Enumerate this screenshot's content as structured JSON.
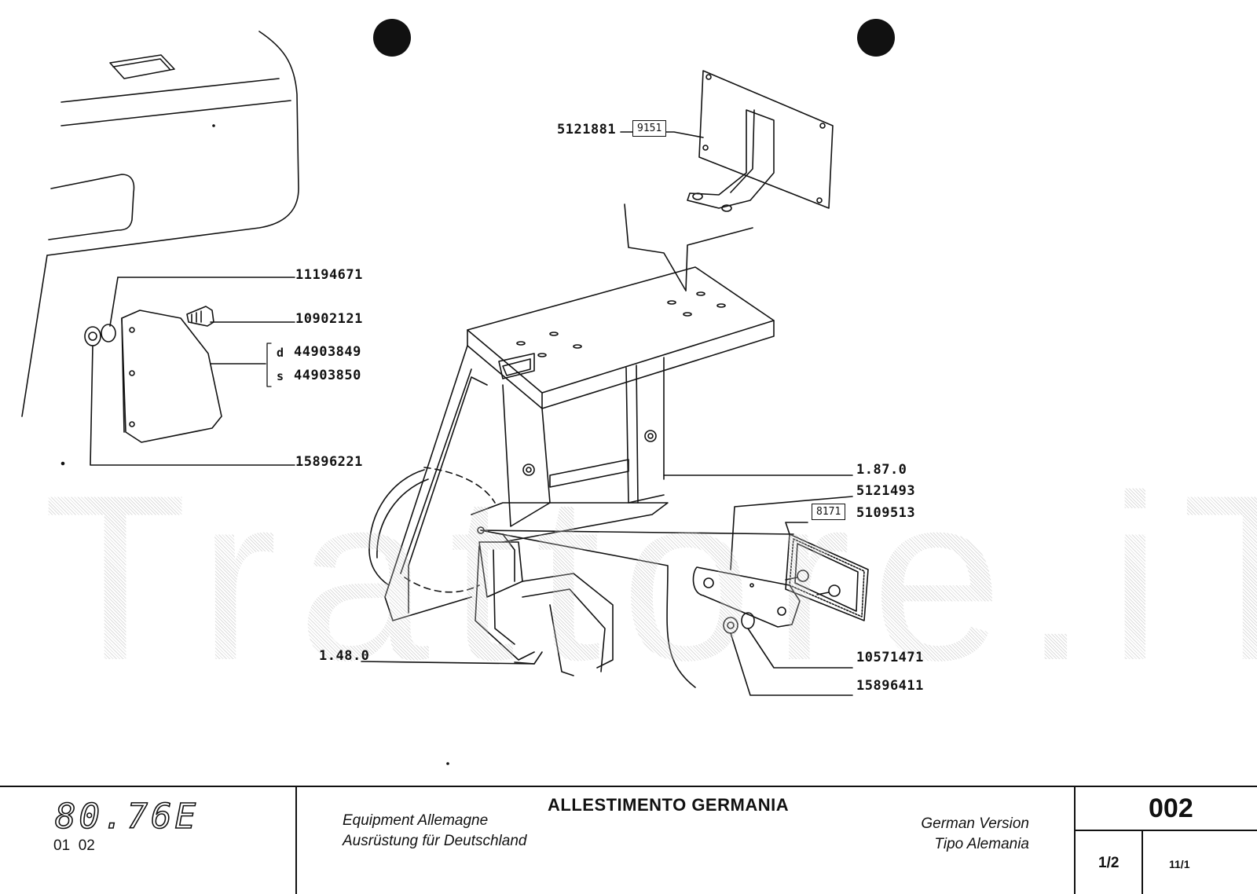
{
  "watermark": "Trattore.iT",
  "labels": {
    "p5121881": "5121881",
    "ref9151": "9151",
    "p11194671": "11194671",
    "p10902121": "10902121",
    "side_d": "d",
    "p44903849": "44903849",
    "side_s": "s",
    "p44903850": "44903850",
    "p15896221": "15896221",
    "ref1870": "1.87.0",
    "p5121493": "5121493",
    "ref8171": "8171",
    "p5109513": "5109513",
    "ref1480": "1.48.0",
    "p10571471": "10571471",
    "p15896411": "15896411"
  },
  "titleblock": {
    "model": "80.76E",
    "model_sub": "01  02",
    "title_it": "ALLESTIMENTO GERMANIA",
    "title_fr": "Equipment Allemagne",
    "title_de": "Ausrüstung für Deutschland",
    "title_en": "German Version",
    "title_es": "Tipo Alemania",
    "page_code": "002",
    "sheet": "1/2",
    "ref": "11/1"
  }
}
